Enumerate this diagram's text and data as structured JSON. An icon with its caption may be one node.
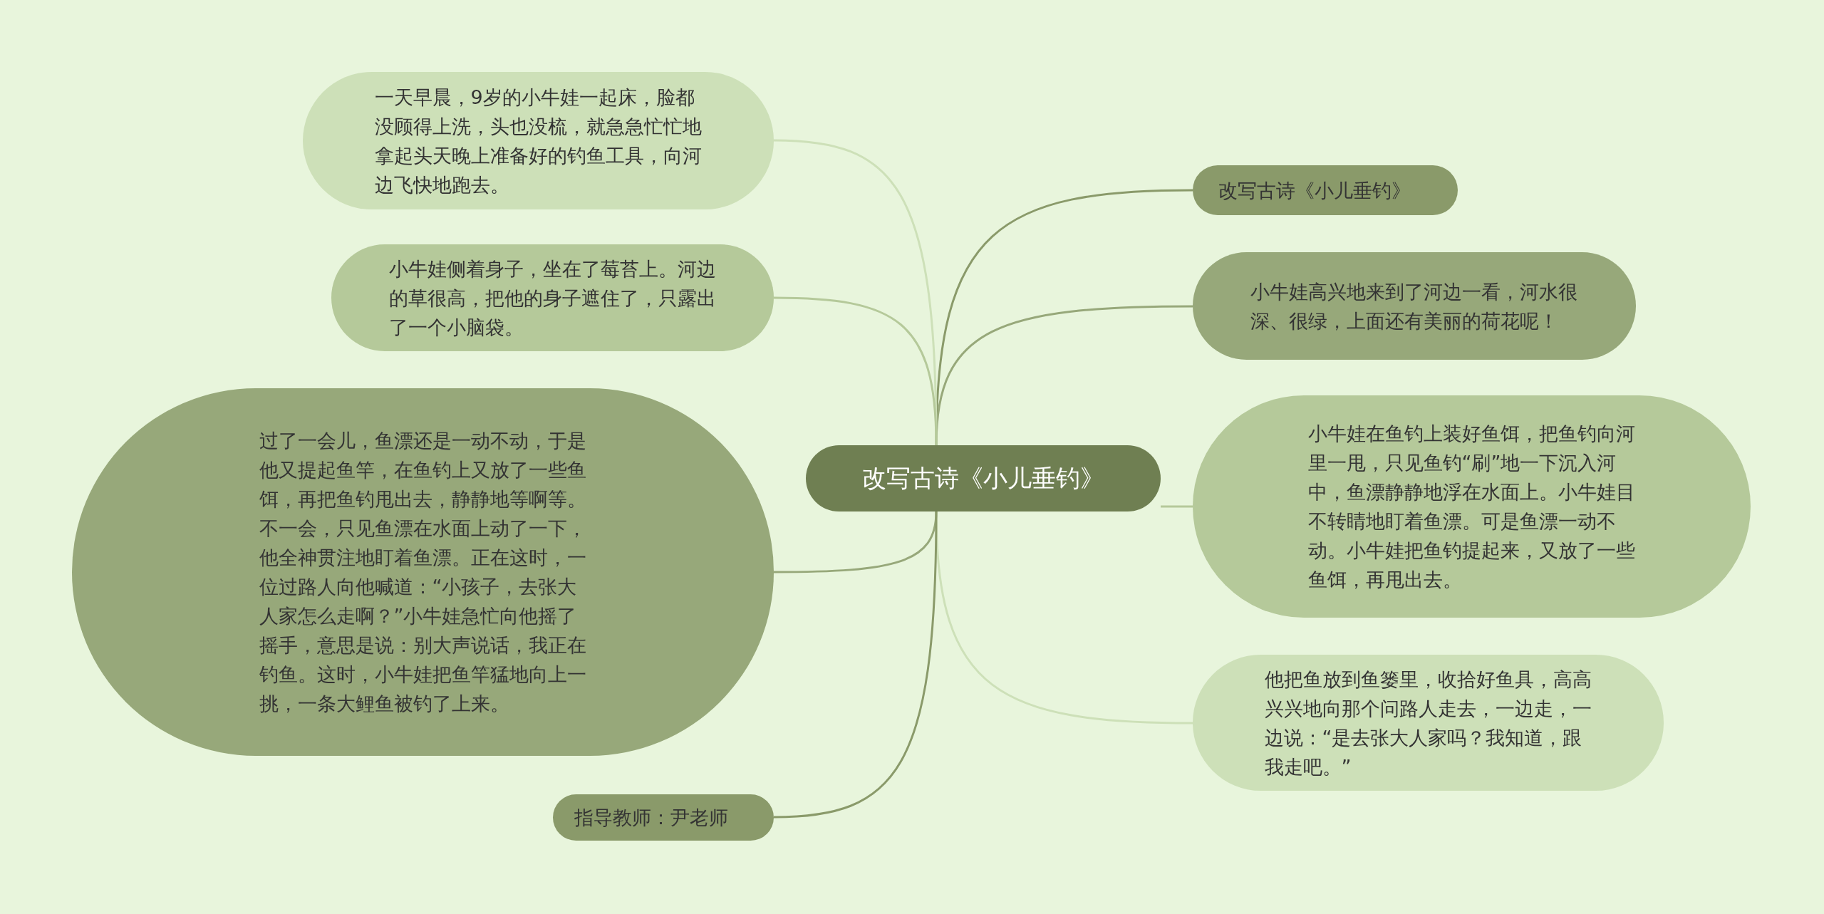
{
  "diagram": {
    "nodes": [
      {
        "text": [
          "改写古诗《小儿垂钓》"
        ]
      },
      {
        "text": [
          "改写古诗《小儿垂钓》"
        ]
      },
      {
        "text": [
          "小牛娃高兴地来到了河边一看，河水很深、很绿，上面还有美丽的荷花呢！"
        ]
      },
      {
        "text": [
          "小牛娃在鱼钓上装好鱼饵，把鱼钓向河里一甩，只见鱼钓“刷”地一下沉入河中，鱼漂静静地浮在水面上。小牛娃目不转睛地盯着鱼漂。可是鱼漂一动不动。小牛娃把鱼钓提起来，又放了一些鱼饵，再甩出去。"
        ]
      },
      {
        "text": [
          "他把鱼放到鱼篓里，收拾好鱼具，高高兴兴地向那个问路人走去，一边走，一边说：“是去张大人家吗？我知道，跟我走吧。”"
        ]
      },
      {
        "text": [
          "一天早晨，9岁的小牛娃一起床，脸都没顾得上洗，头也没梳，就急急忙忙地拿起头天晚上准备好的钓鱼工具，向河边飞快地跑去。"
        ]
      },
      {
        "text": [
          "小牛娃侧着身子，坐在了莓苔上。河边的草很高，把他的身子遮住了，只露出了一个小脑袋。"
        ]
      },
      {
        "text": [
          "过了一会儿，鱼漂还是一动不动，于是他又提起鱼竿，在鱼钓上又放了一些鱼饵，再把鱼钓甩出去，静静地等啊等。不一会，只见鱼漂在水面上动了一下，他全神贯注地盯着鱼漂。正在这时，一位过路人向他喊道：“小孩子，去张大人家怎么走啊？”小牛娃急忙向他摇了摇手，意思是说：别大声说话，我正在钓鱼。这时，小牛娃把鱼竿猛地向上一挑，一条大鲤鱼被钓了上来。"
        ]
      },
      {
        "text": [
          "指导教师：尹老师"
        ]
      }
    ],
    "edges": [
      {
        "from": 0,
        "to": 1,
        "arrow": "none"
      },
      {
        "from": 0,
        "to": 2,
        "arrow": "none"
      },
      {
        "from": 0,
        "to": 3,
        "arrow": "none"
      },
      {
        "from": 0,
        "to": 4,
        "arrow": "none"
      },
      {
        "from": 0,
        "to": 5,
        "arrow": "none"
      },
      {
        "from": 0,
        "to": 6,
        "arrow": "none"
      },
      {
        "from": 0,
        "to": 7,
        "arrow": "none"
      },
      {
        "from": 0,
        "to": 8,
        "arrow": "none"
      }
    ]
  }
}
